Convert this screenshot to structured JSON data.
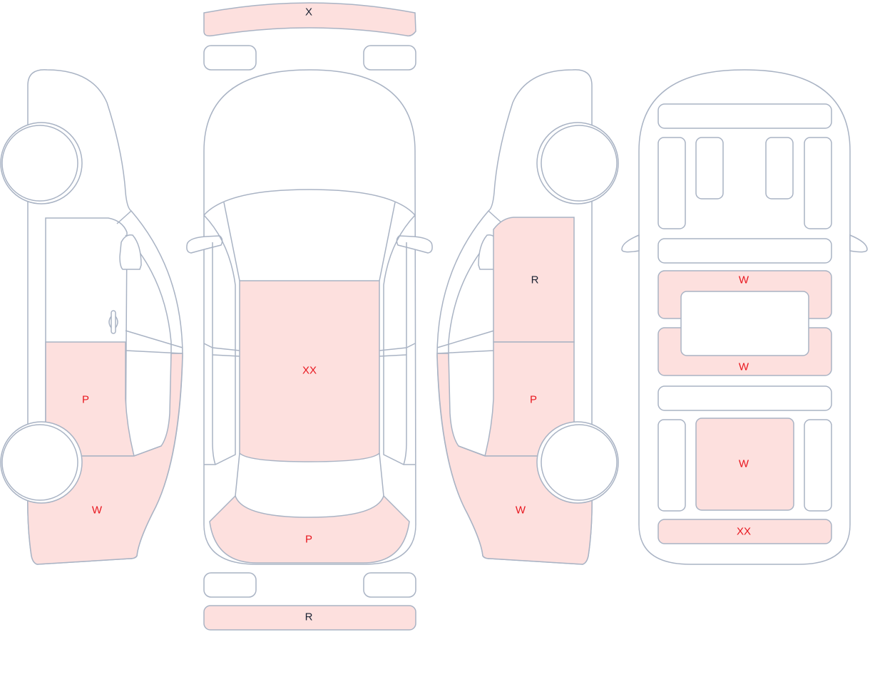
{
  "colors": {
    "damaged_fill": "#fde0de",
    "outline": "#a9b3c4",
    "label_red": "#e8171f",
    "label_dark": "#1b2333"
  },
  "labels": {
    "front_bumper": "X",
    "rear_bumper": "R",
    "left_front_door": "P",
    "left_rear_quarter": "W",
    "roof": "XX",
    "trunk": "P",
    "right_front_door": "R",
    "right_rear_door": "P",
    "right_rear_quarter": "W",
    "under_panel_1": "W",
    "under_panel_2": "W",
    "under_center": "W",
    "under_rear": "XX"
  }
}
